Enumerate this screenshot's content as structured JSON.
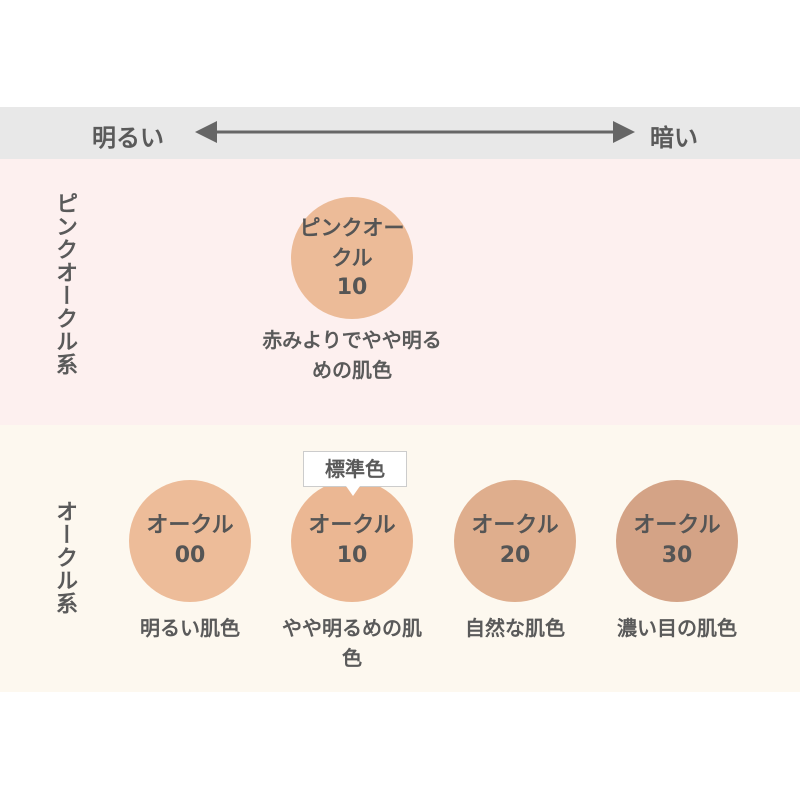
{
  "scale": {
    "light": "明るい",
    "dark": "暗い"
  },
  "rows": [
    {
      "label": "ピンクオークル系",
      "items": [
        {
          "name": "ピンクオークル",
          "number": "10",
          "desc": "赤みよりでやや明るめの肌色",
          "color": "#ecbb98"
        }
      ]
    },
    {
      "label": "オークル系",
      "items": [
        {
          "name": "オークル",
          "number": "00",
          "desc": "明るい肌色",
          "color": "#edbc99"
        },
        {
          "name": "オークル",
          "number": "10",
          "desc": "やや明るめの肌色",
          "color": "#ebb793",
          "badge": "標準色"
        },
        {
          "name": "オークル",
          "number": "20",
          "desc": "自然な肌色",
          "color": "#dfae8d"
        },
        {
          "name": "オークル",
          "number": "30",
          "desc": "濃い目の肌色",
          "color": "#d4a386"
        }
      ]
    }
  ]
}
